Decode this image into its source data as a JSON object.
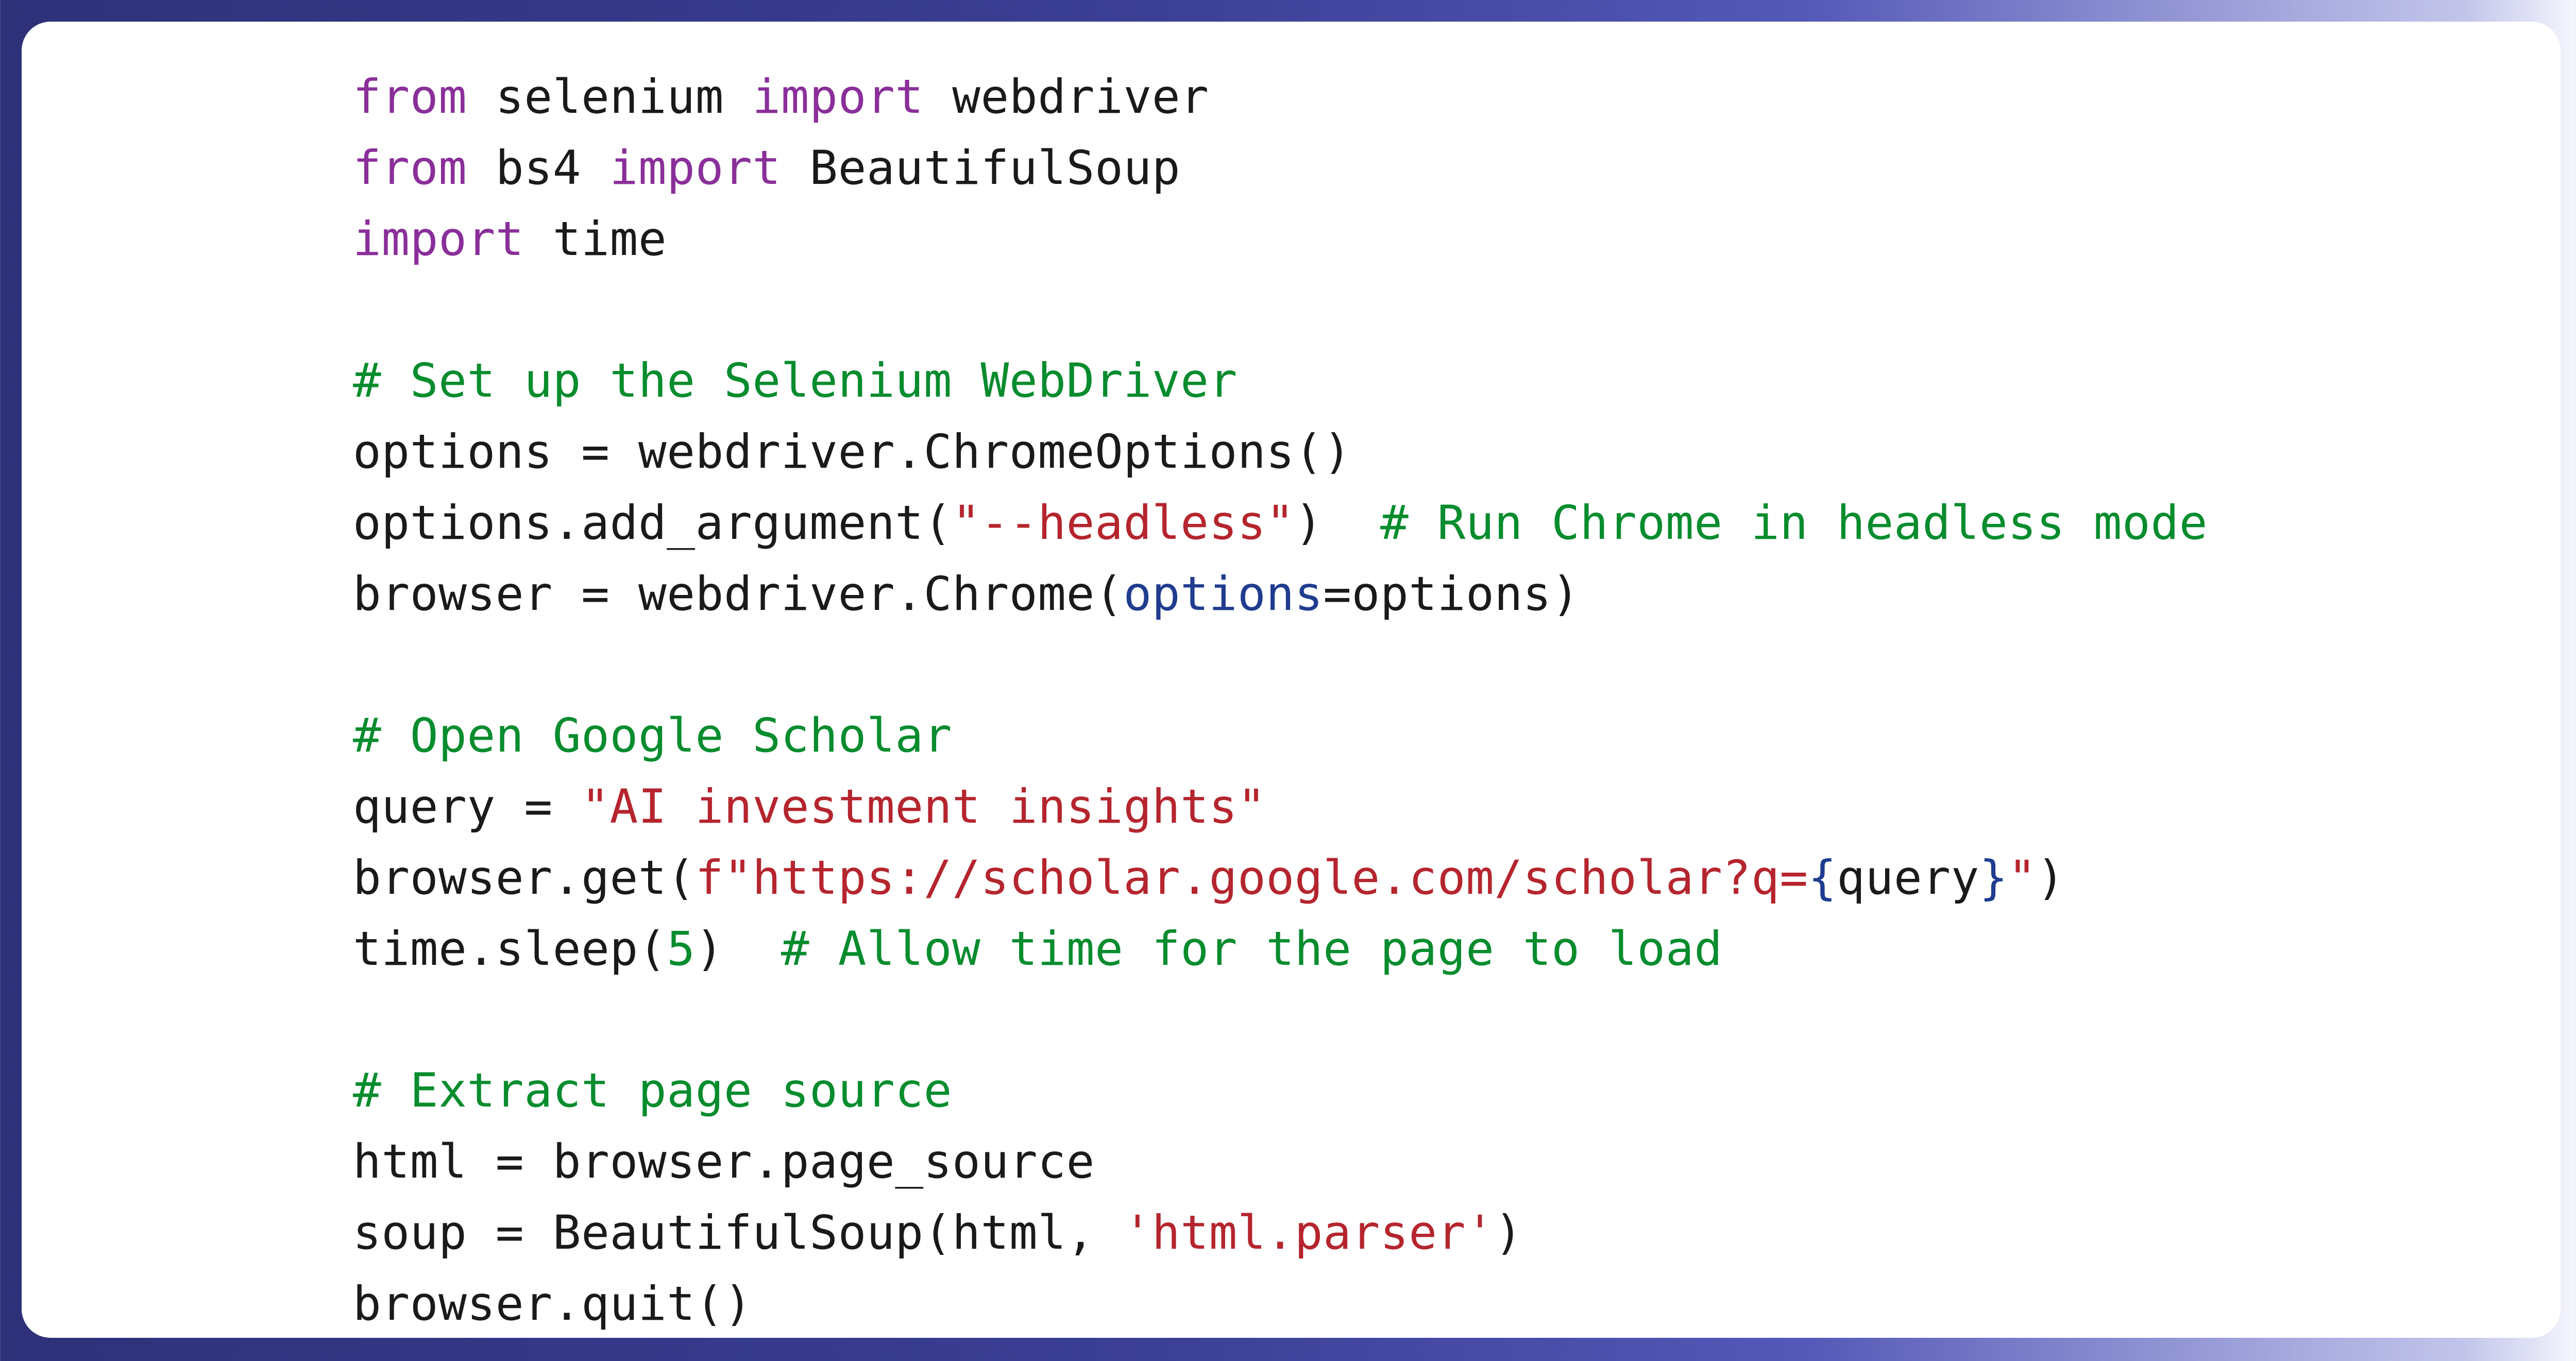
{
  "code": {
    "language": "python",
    "lines": [
      [
        {
          "t": "from",
          "c": "kw"
        },
        {
          "t": " selenium ",
          "c": "plain"
        },
        {
          "t": "import",
          "c": "kw"
        },
        {
          "t": " webdriver",
          "c": "plain"
        }
      ],
      [
        {
          "t": "from",
          "c": "kw"
        },
        {
          "t": " bs4 ",
          "c": "plain"
        },
        {
          "t": "import",
          "c": "kw"
        },
        {
          "t": " BeautifulSoup",
          "c": "plain"
        }
      ],
      [
        {
          "t": "import",
          "c": "kw"
        },
        {
          "t": " time",
          "c": "plain"
        }
      ],
      [],
      [
        {
          "t": "# Set up the Selenium WebDriver",
          "c": "cm"
        }
      ],
      [
        {
          "t": "options = webdriver.ChromeOptions()",
          "c": "plain"
        }
      ],
      [
        {
          "t": "options.add_argument(",
          "c": "plain"
        },
        {
          "t": "\"--headless\"",
          "c": "str"
        },
        {
          "t": ")  ",
          "c": "plain"
        },
        {
          "t": "# Run Chrome in headless mode",
          "c": "cm"
        }
      ],
      [
        {
          "t": "browser = webdriver.Chrome(",
          "c": "plain"
        },
        {
          "t": "options",
          "c": "arg"
        },
        {
          "t": "=options)",
          "c": "plain"
        }
      ],
      [],
      [
        {
          "t": "# Open Google Scholar",
          "c": "cm"
        }
      ],
      [
        {
          "t": "query = ",
          "c": "plain"
        },
        {
          "t": "\"AI investment insights\"",
          "c": "str"
        }
      ],
      [
        {
          "t": "browser.get(",
          "c": "plain"
        },
        {
          "t": "f\"https://scholar.google.com/scholar?q=",
          "c": "str"
        },
        {
          "t": "{",
          "c": "br"
        },
        {
          "t": "query",
          "c": "plain"
        },
        {
          "t": "}",
          "c": "br"
        },
        {
          "t": "\"",
          "c": "str"
        },
        {
          "t": ")",
          "c": "plain"
        }
      ],
      [
        {
          "t": "time.sleep(",
          "c": "plain"
        },
        {
          "t": "5",
          "c": "num"
        },
        {
          "t": ")  ",
          "c": "plain"
        },
        {
          "t": "# Allow time for the page to load",
          "c": "cm"
        }
      ],
      [],
      [
        {
          "t": "# Extract page source",
          "c": "cm"
        }
      ],
      [
        {
          "t": "html = browser.page_source",
          "c": "plain"
        }
      ],
      [
        {
          "t": "soup = BeautifulSoup(html, ",
          "c": "plain"
        },
        {
          "t": "'html.parser'",
          "c": "str"
        },
        {
          "t": ")",
          "c": "plain"
        }
      ],
      [
        {
          "t": "browser.quit()",
          "c": "plain"
        }
      ]
    ]
  },
  "colors": {
    "keyword": "#8a2f9a",
    "comment": "#078c2e",
    "string": "#b5252e",
    "number": "#078c2e",
    "argument": "#1f3c8f",
    "text": "#1a1a1a",
    "panel": "#ffffff",
    "background": "#3b3f95"
  }
}
